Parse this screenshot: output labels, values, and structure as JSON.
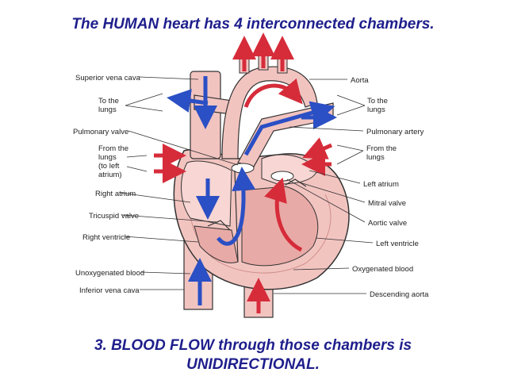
{
  "title": "The HUMAN heart has 4 interconnected chambers.",
  "caption_line1": "3.  BLOOD FLOW through those chambers is",
  "caption_line2": "UNIDIRECTIONAL.",
  "labels": {
    "superior_vena_cava": "Superior vena cava",
    "to_lungs_left_1": "To the",
    "to_lungs_left_2": "lungs",
    "pulmonary_valve": "Pulmonary valve",
    "from_lungs_left_1": "From the",
    "from_lungs_left_2": "lungs",
    "from_lungs_left_3": "(to left",
    "from_lungs_left_4": "atrium)",
    "right_atrium": "Right atrium",
    "tricuspid_valve": "Tricuspid valve",
    "right_ventricle": "Right ventricle",
    "unoxygenated_blood": "Unoxygenated blood",
    "inferior_vena_cava": "Inferior vena cava",
    "aorta": "Aorta",
    "to_lungs_right_1": "To the",
    "to_lungs_right_2": "lungs",
    "pulmonary_artery": "Pulmonary artery",
    "from_lungs_right_1": "From the",
    "from_lungs_right_2": "lungs",
    "left_atrium": "Left atrium",
    "mitral_valve": "Mitral valve",
    "aortic_valve": "Aortic valve",
    "left_ventricle": "Left ventricle",
    "oxygenated_blood": "Oxygenated blood",
    "descending_aorta": "Descending aorta"
  },
  "colors": {
    "heading": "#1e1e8c",
    "tissue": "#f2c4c0",
    "tissue_dark": "#e8aaa6",
    "oxygenated_arrow": "#d62c3a",
    "deoxygenated_arrow": "#2b4fc4"
  }
}
